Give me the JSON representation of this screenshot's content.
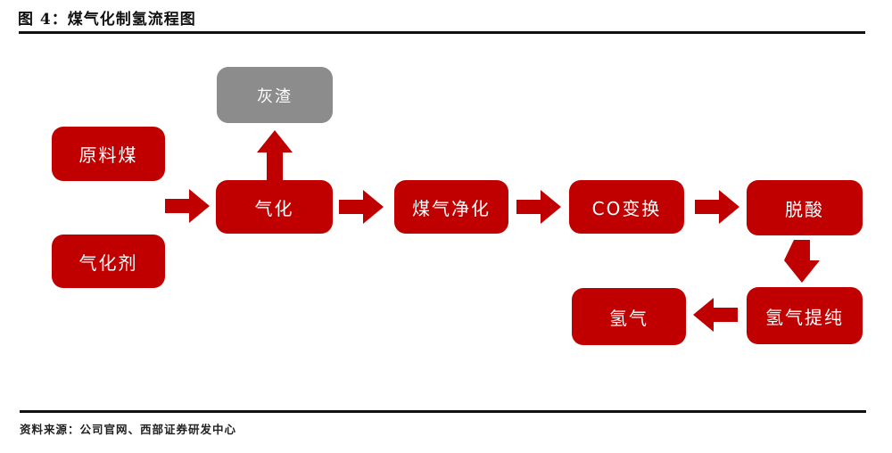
{
  "header": {
    "title": "图 4：煤气化制氢流程图"
  },
  "flowchart": {
    "nodes": [
      {
        "id": "ash",
        "label": "灰渣",
        "role": "byproduct"
      },
      {
        "id": "raw-coal",
        "label": "原料煤",
        "role": "input"
      },
      {
        "id": "gasification-agent",
        "label": "气化剂",
        "role": "input"
      },
      {
        "id": "gasification",
        "label": "气化",
        "role": "process"
      },
      {
        "id": "coal-gas-purification",
        "label": "煤气净化",
        "role": "process"
      },
      {
        "id": "co-shift",
        "label": "CO变换",
        "role": "process"
      },
      {
        "id": "deacidification",
        "label": "脱酸",
        "role": "process"
      },
      {
        "id": "hydrogen-purification",
        "label": "氢气提纯",
        "role": "process"
      },
      {
        "id": "hydrogen",
        "label": "氢气",
        "role": "output"
      }
    ],
    "edges": [
      {
        "from": "raw-coal+gasification-agent",
        "to": "gasification",
        "direction": "right"
      },
      {
        "from": "gasification",
        "to": "ash",
        "direction": "up"
      },
      {
        "from": "gasification",
        "to": "coal-gas-purification",
        "direction": "right"
      },
      {
        "from": "coal-gas-purification",
        "to": "co-shift",
        "direction": "right"
      },
      {
        "from": "co-shift",
        "to": "deacidification",
        "direction": "right"
      },
      {
        "from": "deacidification",
        "to": "hydrogen-purification",
        "direction": "down"
      },
      {
        "from": "hydrogen-purification",
        "to": "hydrogen",
        "direction": "left"
      }
    ]
  },
  "footer": {
    "source": "资料来源：公司官网、西部证券研发中心"
  },
  "colors": {
    "box_red": "#c00000",
    "box_gray": "#8c8c8c",
    "box_text": "#ffffff",
    "rule_black": "#111111"
  }
}
